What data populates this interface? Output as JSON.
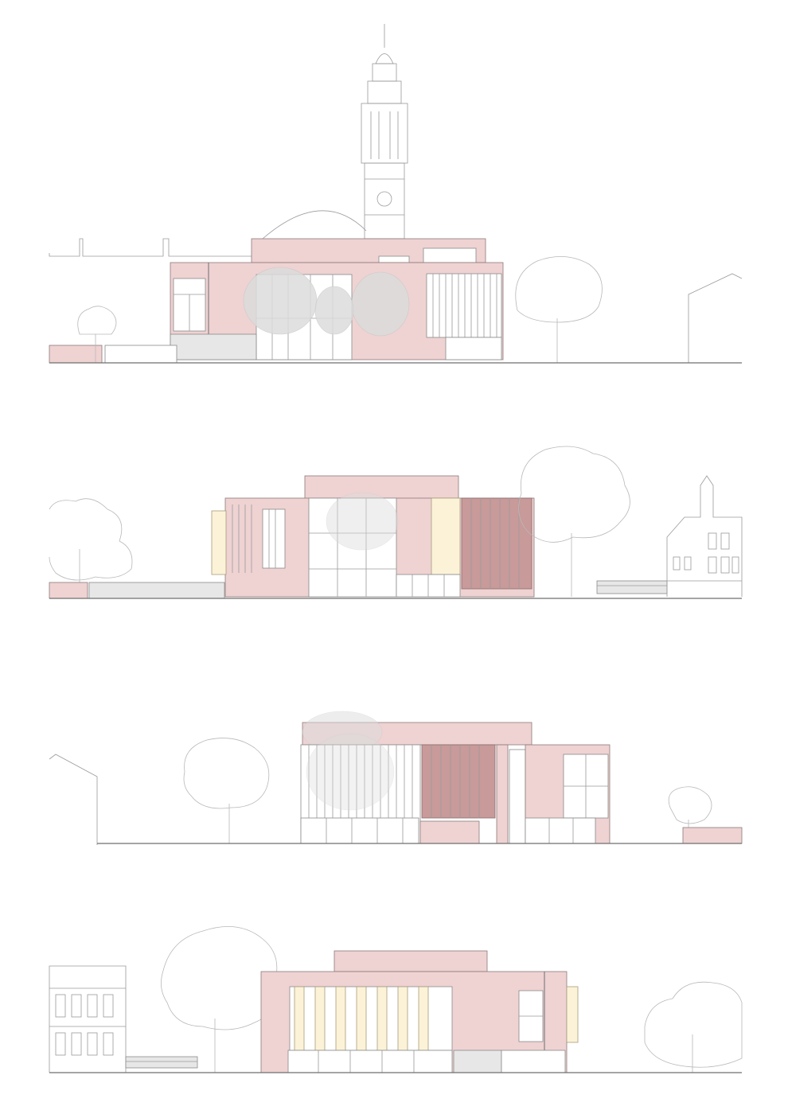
{
  "drawing": {
    "type": "architectural-elevations",
    "count": 4,
    "colors": {
      "brick": "#efd2d2",
      "brick_dark": "#c89a9a",
      "glass": "#ffffff",
      "cream_panel": "#fbf2d8",
      "linework": "#9a9a9a",
      "tree_fill": "#dcdcdc"
    },
    "elevations": [
      {
        "id": "elevation-1",
        "features": [
          "clock-tower",
          "brick-facade",
          "glazed-curtain-wall",
          "vertical-fins",
          "trees"
        ]
      },
      {
        "id": "elevation-2",
        "features": [
          "brick-facade",
          "glazed-curtain-wall",
          "cream-panel",
          "dark-brick-fins",
          "neighbouring-villa",
          "railings",
          "trees"
        ]
      },
      {
        "id": "elevation-3",
        "features": [
          "brick-facade",
          "vertical-fins",
          "dark-brick-fins",
          "glazed-base",
          "trees"
        ]
      },
      {
        "id": "elevation-4",
        "features": [
          "brick-facade",
          "cream-fins",
          "neighbouring-villa",
          "railings",
          "trees"
        ]
      }
    ]
  }
}
